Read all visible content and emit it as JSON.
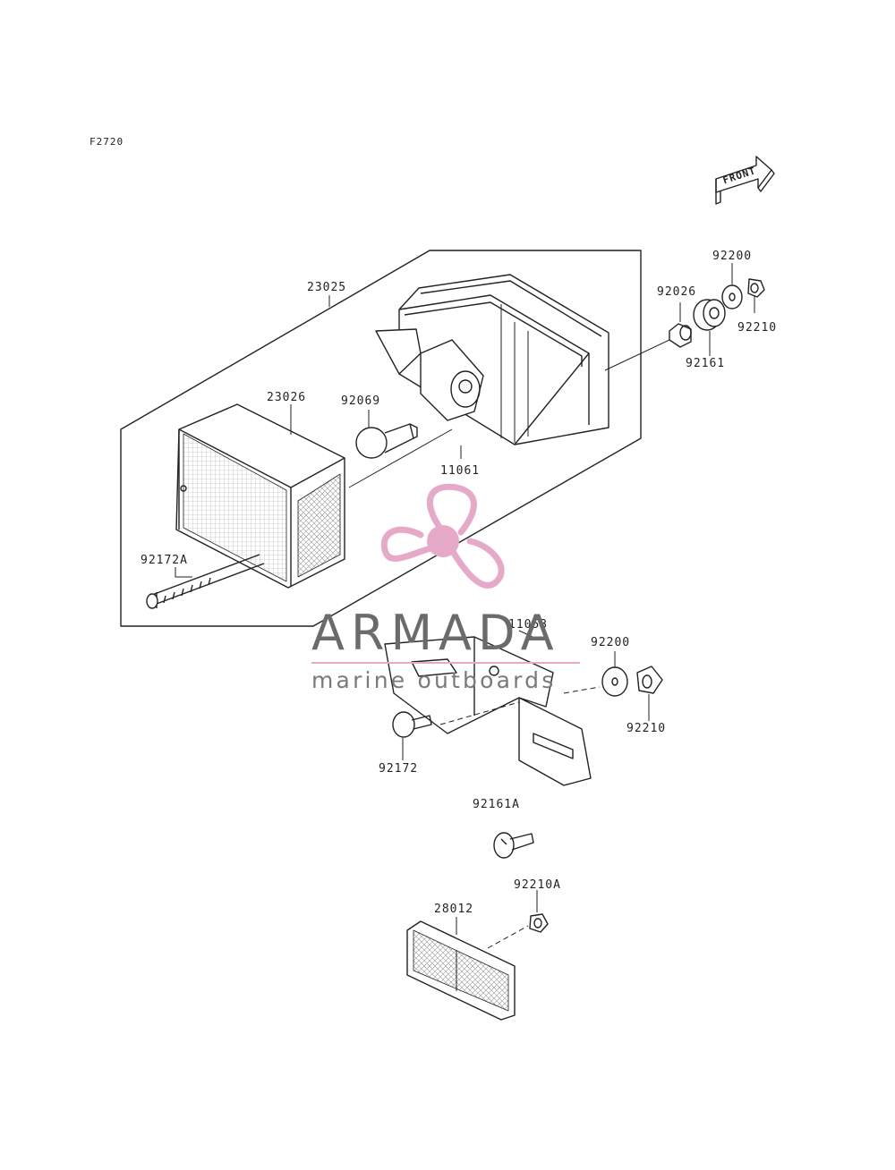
{
  "figure_code": "F2720",
  "front_arrow": {
    "text": "FRONT"
  },
  "watermark": {
    "brand": "ARMADA",
    "tagline": "marine outboards",
    "logo": "propeller-icon",
    "color": "#e7a9c8"
  },
  "parts": {
    "p23025": "23025",
    "p23026": "23026",
    "p92069": "92069",
    "p11061": "11061",
    "p92026": "92026",
    "p92200_top": "92200",
    "p92210_top": "92210",
    "p92161": "92161",
    "p92172A": "92172A",
    "p11053": "11053",
    "p92200_mid": "92200",
    "p92210_mid": "92210",
    "p92172": "92172",
    "p92161A": "92161A",
    "p92210A": "92210A",
    "p28012": "28012"
  }
}
